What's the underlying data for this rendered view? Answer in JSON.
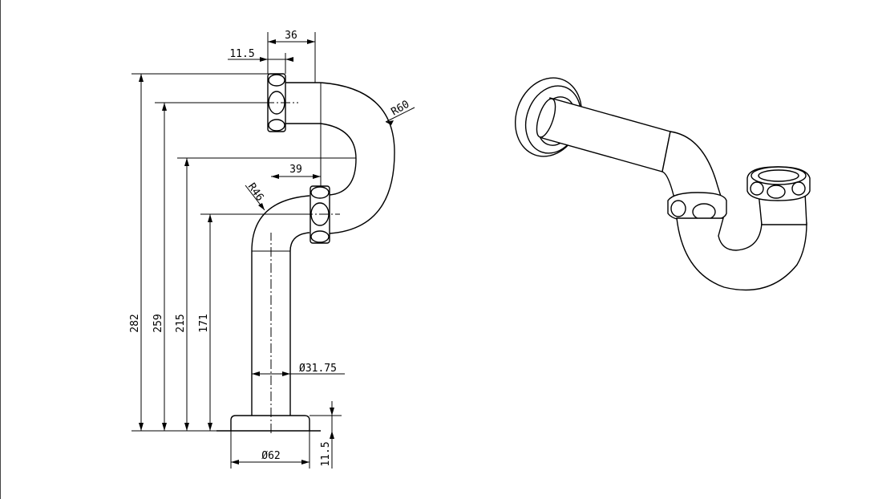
{
  "drawing": {
    "dimensions": {
      "top_width": "36",
      "top_offset": "11.5",
      "outer_radius": "R60",
      "mid_width": "39",
      "inner_radius": "R46",
      "height_overall": "282",
      "height_upper_center": "259",
      "height_bend": "215",
      "height_lower_center": "171",
      "tube_diameter": "Ø31.75",
      "flange_diameter": "Ø62",
      "flange_thickness": "11.5"
    }
  },
  "colors": {
    "line": "#000000",
    "background": "#ffffff"
  }
}
